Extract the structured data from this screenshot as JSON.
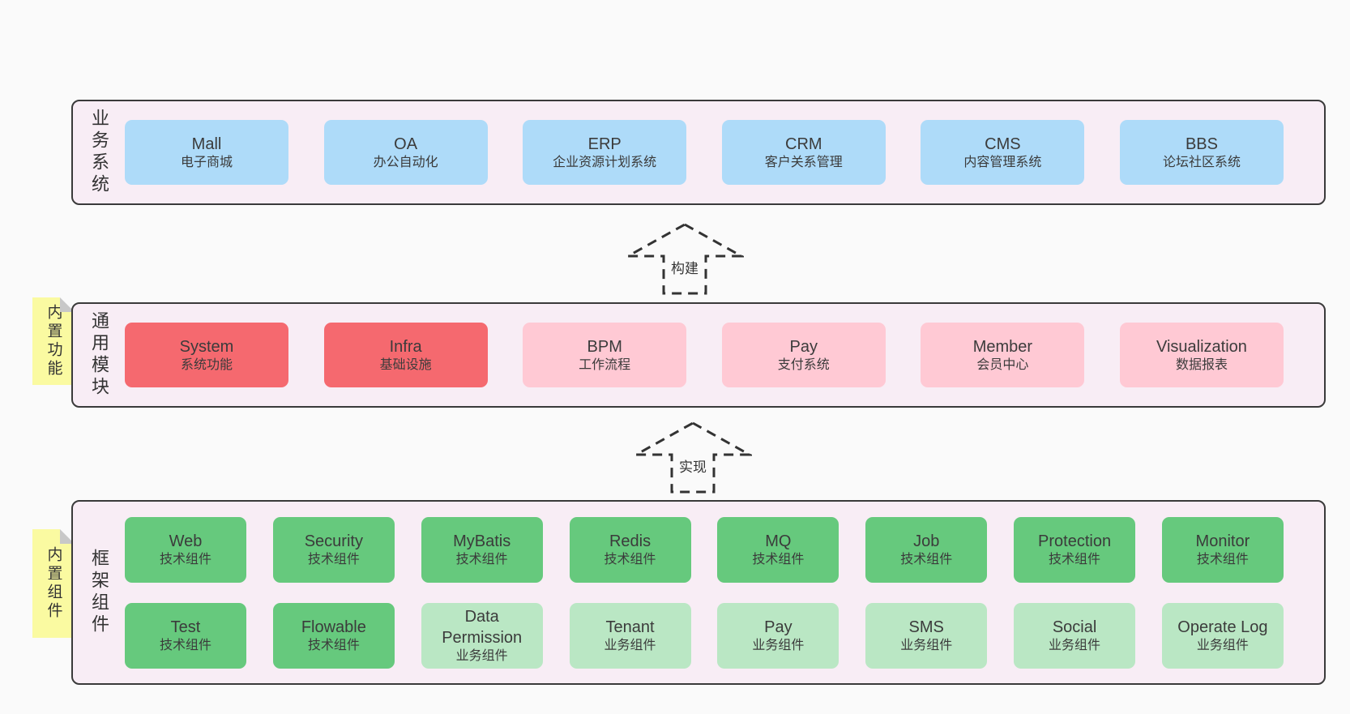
{
  "bands": [
    {
      "label": "业务系统",
      "items": [
        {
          "en": "Mall",
          "zh": "电子商城"
        },
        {
          "en": "OA",
          "zh": "办公自动化"
        },
        {
          "en": "ERP",
          "zh": "企业资源计划系统"
        },
        {
          "en": "CRM",
          "zh": "客户关系管理"
        },
        {
          "en": "CMS",
          "zh": "内容管理系统"
        },
        {
          "en": "BBS",
          "zh": "论坛社区系统"
        }
      ]
    },
    {
      "label": "通用模块",
      "note": "内置功能",
      "items": [
        {
          "en": "System",
          "zh": "系统功能"
        },
        {
          "en": "Infra",
          "zh": "基础设施"
        },
        {
          "en": "BPM",
          "zh": "工作流程"
        },
        {
          "en": "Pay",
          "zh": "支付系统"
        },
        {
          "en": "Member",
          "zh": "会员中心"
        },
        {
          "en": "Visualization",
          "zh": "数据报表"
        }
      ]
    },
    {
      "label": "框架组件",
      "note": "内置组件",
      "rows": [
        [
          {
            "en": "Web",
            "zh": "技术组件"
          },
          {
            "en": "Security",
            "zh": "技术组件"
          },
          {
            "en": "MyBatis",
            "zh": "技术组件"
          },
          {
            "en": "Redis",
            "zh": "技术组件"
          },
          {
            "en": "MQ",
            "zh": "技术组件"
          },
          {
            "en": "Job",
            "zh": "技术组件"
          },
          {
            "en": "Protection",
            "zh": "技术组件"
          },
          {
            "en": "Monitor",
            "zh": "技术组件"
          }
        ],
        [
          {
            "en": "Test",
            "zh": "技术组件"
          },
          {
            "en": "Flowable",
            "zh": "技术组件"
          },
          {
            "en": "Data Permission",
            "zh": "业务组件"
          },
          {
            "en": "Tenant",
            "zh": "业务组件"
          },
          {
            "en": "Pay",
            "zh": "业务组件"
          },
          {
            "en": "SMS",
            "zh": "业务组件"
          },
          {
            "en": "Social",
            "zh": "业务组件"
          },
          {
            "en": "Operate Log",
            "zh": "业务组件"
          }
        ]
      ]
    }
  ],
  "arrows": [
    {
      "label": "构建"
    },
    {
      "label": "实现"
    }
  ],
  "colors": {
    "page_bg": "#fafafa",
    "band_bg": "#f8edf5",
    "band_border": "#3a3a3a",
    "blue": "#aedbf9",
    "red": "#f5696f",
    "pink": "#ffc9d4",
    "green": "#66c97d",
    "light_green": "#bae7c4",
    "note_yellow": "#fafaa1",
    "text": "#3b3b3b"
  }
}
